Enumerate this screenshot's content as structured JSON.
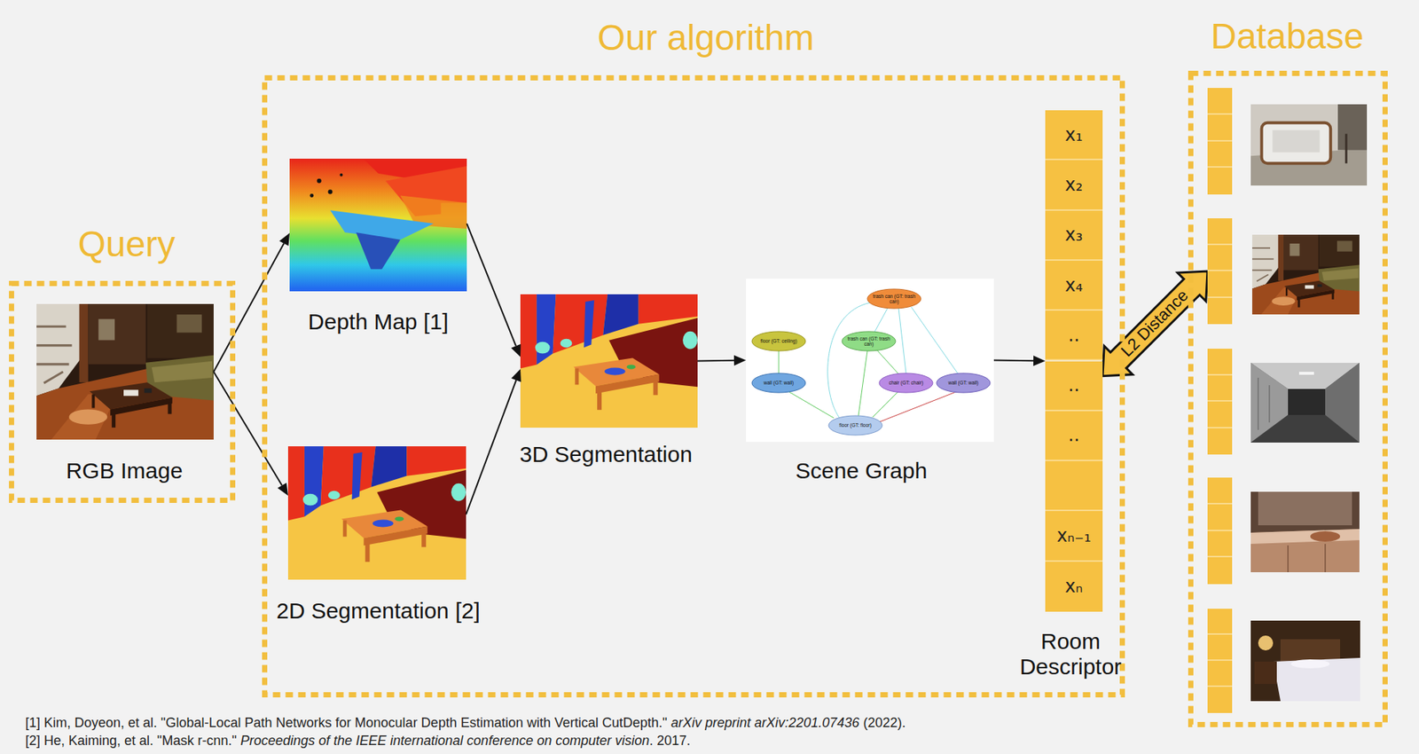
{
  "diagram": {
    "nodes": [
      {
        "text": [
          "Query"
        ]
      },
      {
        "text": [
          "RGB Image"
        ],
        "in": 0
      },
      {
        "text": [
          "Our algorithm"
        ]
      },
      {
        "text": [
          "Depth Map [1]"
        ],
        "in": 2
      },
      {
        "text": [
          "2D Segmentation [2]"
        ],
        "in": 2
      },
      {
        "text": [
          "3D Segmentation"
        ],
        "in": 2
      },
      {
        "text": [
          "Scene Graph"
        ],
        "in": 2
      },
      {
        "text": [
          "x₁",
          "x₂",
          "x₃",
          "x₄",
          "..",
          "..",
          "..",
          "xₙ₋₁",
          "xₙ",
          "Room Descriptor"
        ],
        "in": 2
      },
      {
        "text": [
          "Database"
        ]
      }
    ],
    "edges": [
      {
        "from": 1,
        "to": 3,
        "arrow": "to"
      },
      {
        "from": 1,
        "to": 4,
        "arrow": "to"
      },
      {
        "from": 3,
        "to": 5,
        "arrow": "to"
      },
      {
        "from": 4,
        "to": 5,
        "arrow": "to"
      },
      {
        "from": 5,
        "to": 6,
        "arrow": "to"
      },
      {
        "from": 6,
        "to": 7,
        "arrow": "to"
      },
      {
        "from": 7,
        "to": 8,
        "label": "L2 Distance",
        "arrow": "both"
      }
    ],
    "labels": [
      "trash can (GT: trash can)",
      "floor (GT: ceiling)",
      "trash can (GT: trash can)",
      "wall (GT: wall)",
      "chair (GT: chair)",
      "wall (GT: wall)",
      "floor (GT: floor)",
      "[1] Kim, Doyeon, et al. \"Global-Local Path Networks for Monocular Depth Estimation with Vertical CutDepth.\"",
      "arXiv preprint arXiv:2201.07436",
      "(2022).",
      "[2] He, Kaiming, et al. \"Mask r-cnn.\"",
      "Proceedings of the IEEE international conference on computer vision",
      ". 2017."
    ]
  }
}
